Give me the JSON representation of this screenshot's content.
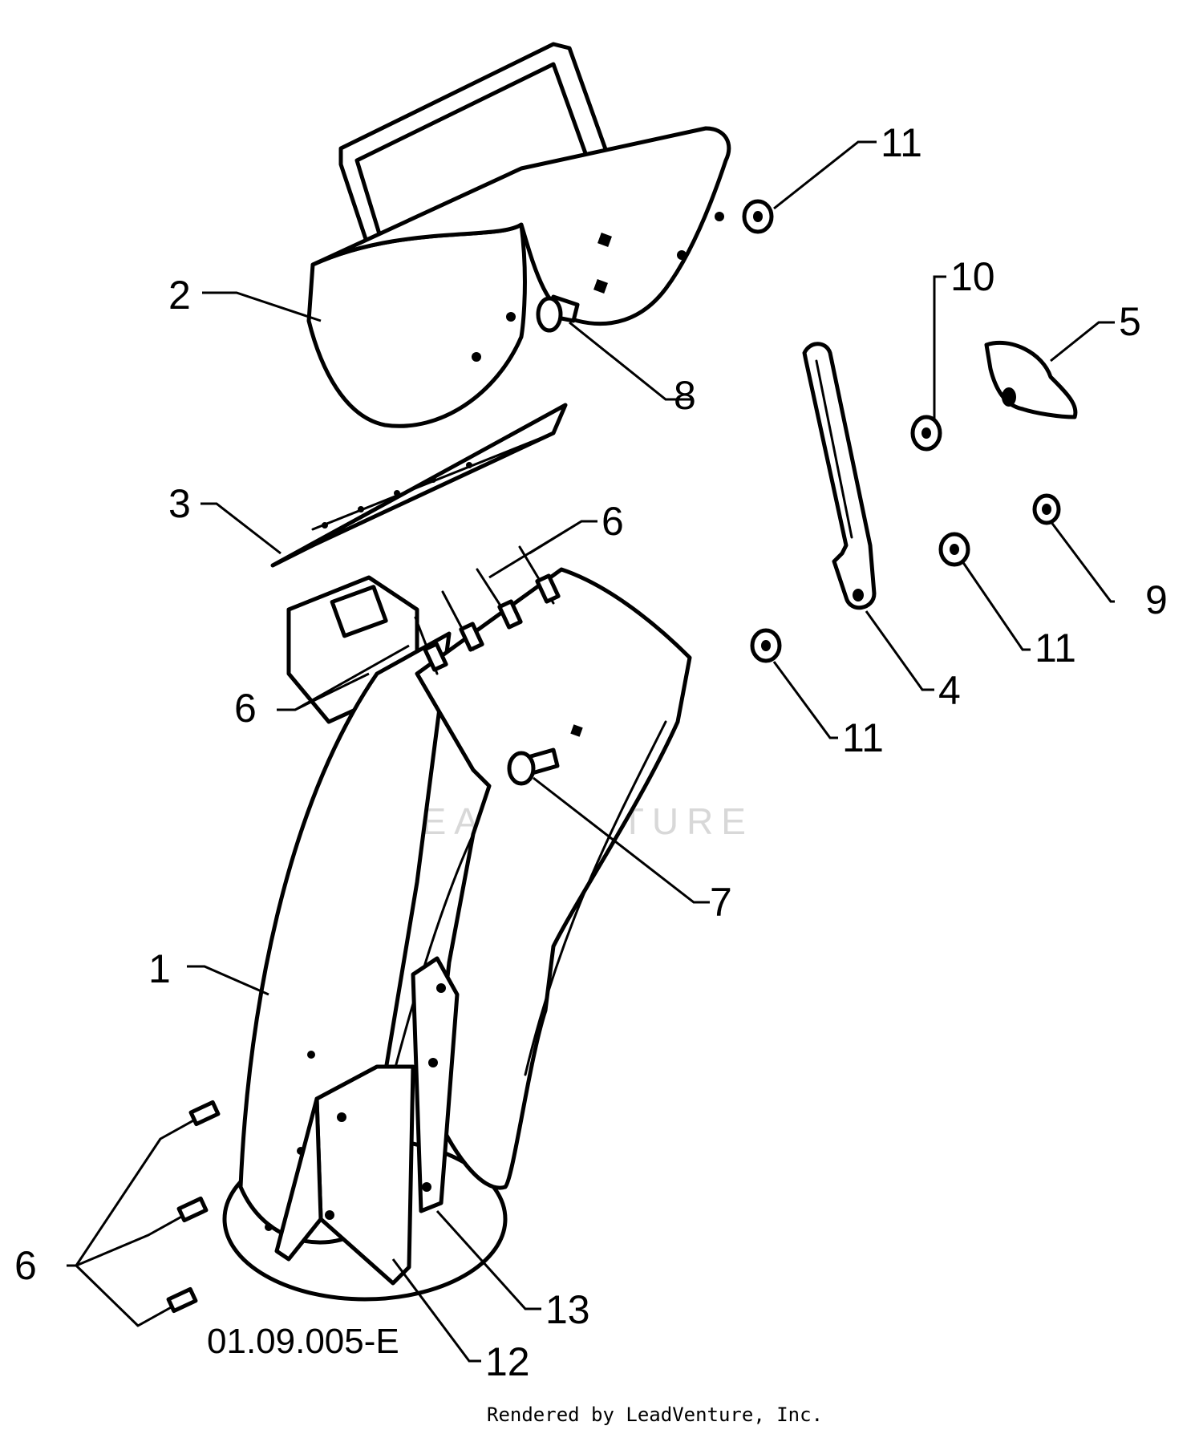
{
  "diagram": {
    "callouts": {
      "c1": "1",
      "c2": "2",
      "c3": "3",
      "c4": "4",
      "c5": "5",
      "c6_top": "6",
      "c6_mid": "6",
      "c6_bottom": "6",
      "c7": "7",
      "c8": "8",
      "c9": "9",
      "c10": "10",
      "c11_top": "11",
      "c11_right": "11",
      "c11_left": "11",
      "c12": "12",
      "c13": "13"
    },
    "code": "01.09.005-E",
    "watermark": "LEADVENTURE",
    "credit": "Rendered by LeadVenture, Inc."
  }
}
